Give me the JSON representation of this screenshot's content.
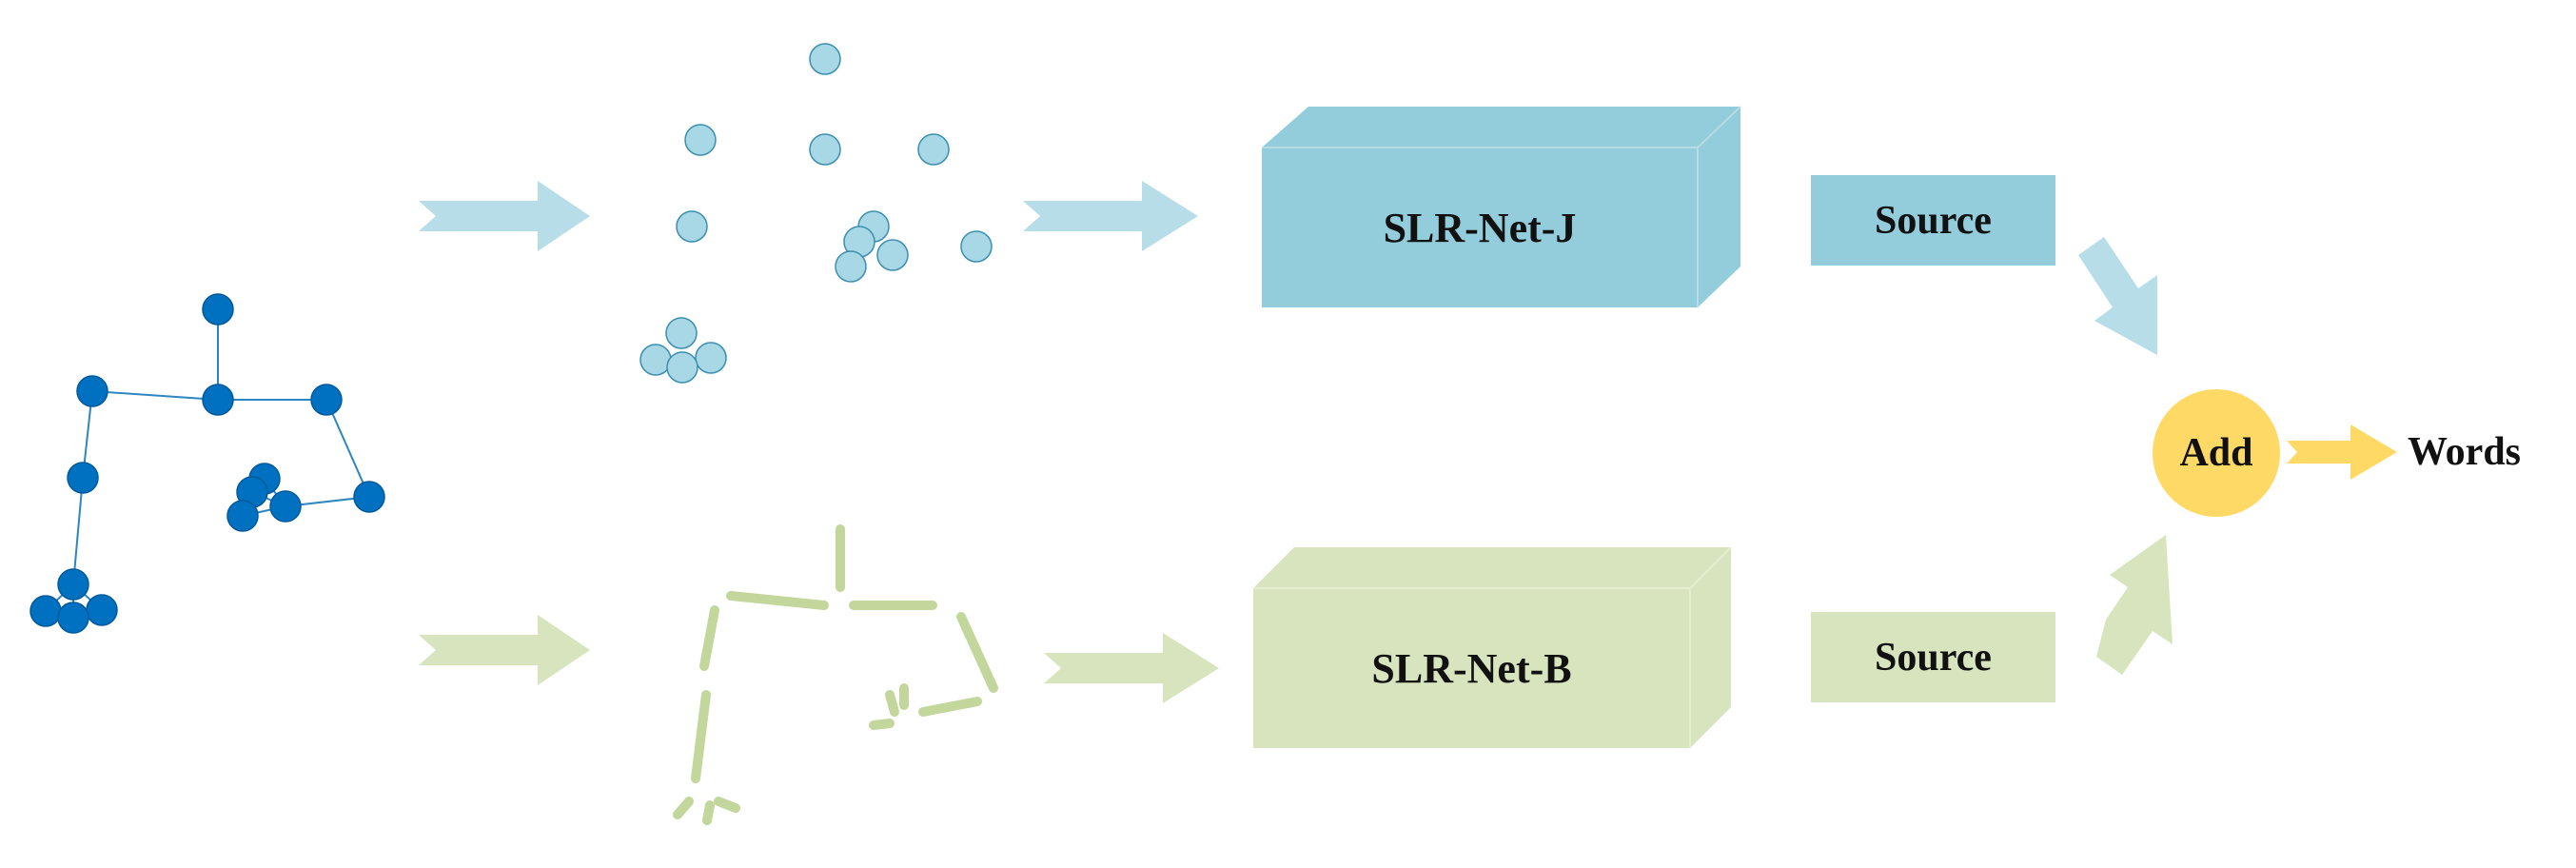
{
  "diagram": {
    "joint_branch": {
      "network_label": "SLR-Net-J",
      "source_label": "Source",
      "color": "#93CDDB",
      "dot_color": "#A8D8E5"
    },
    "bone_branch": {
      "network_label": "SLR-Net-B",
      "source_label": "Source",
      "color": "#D7E4BD",
      "stroke_color": "#C3D69B"
    },
    "fusion": {
      "add_label": "Add",
      "output_label": "Words",
      "color": "#FFD966"
    },
    "skeleton": {
      "joint_color": "#0070C0",
      "edge_color": "#2E86C1"
    },
    "arrow_colors": {
      "joint": "#B7DDE8",
      "bone": "#D7E4BD",
      "output": "#FFD966"
    }
  }
}
